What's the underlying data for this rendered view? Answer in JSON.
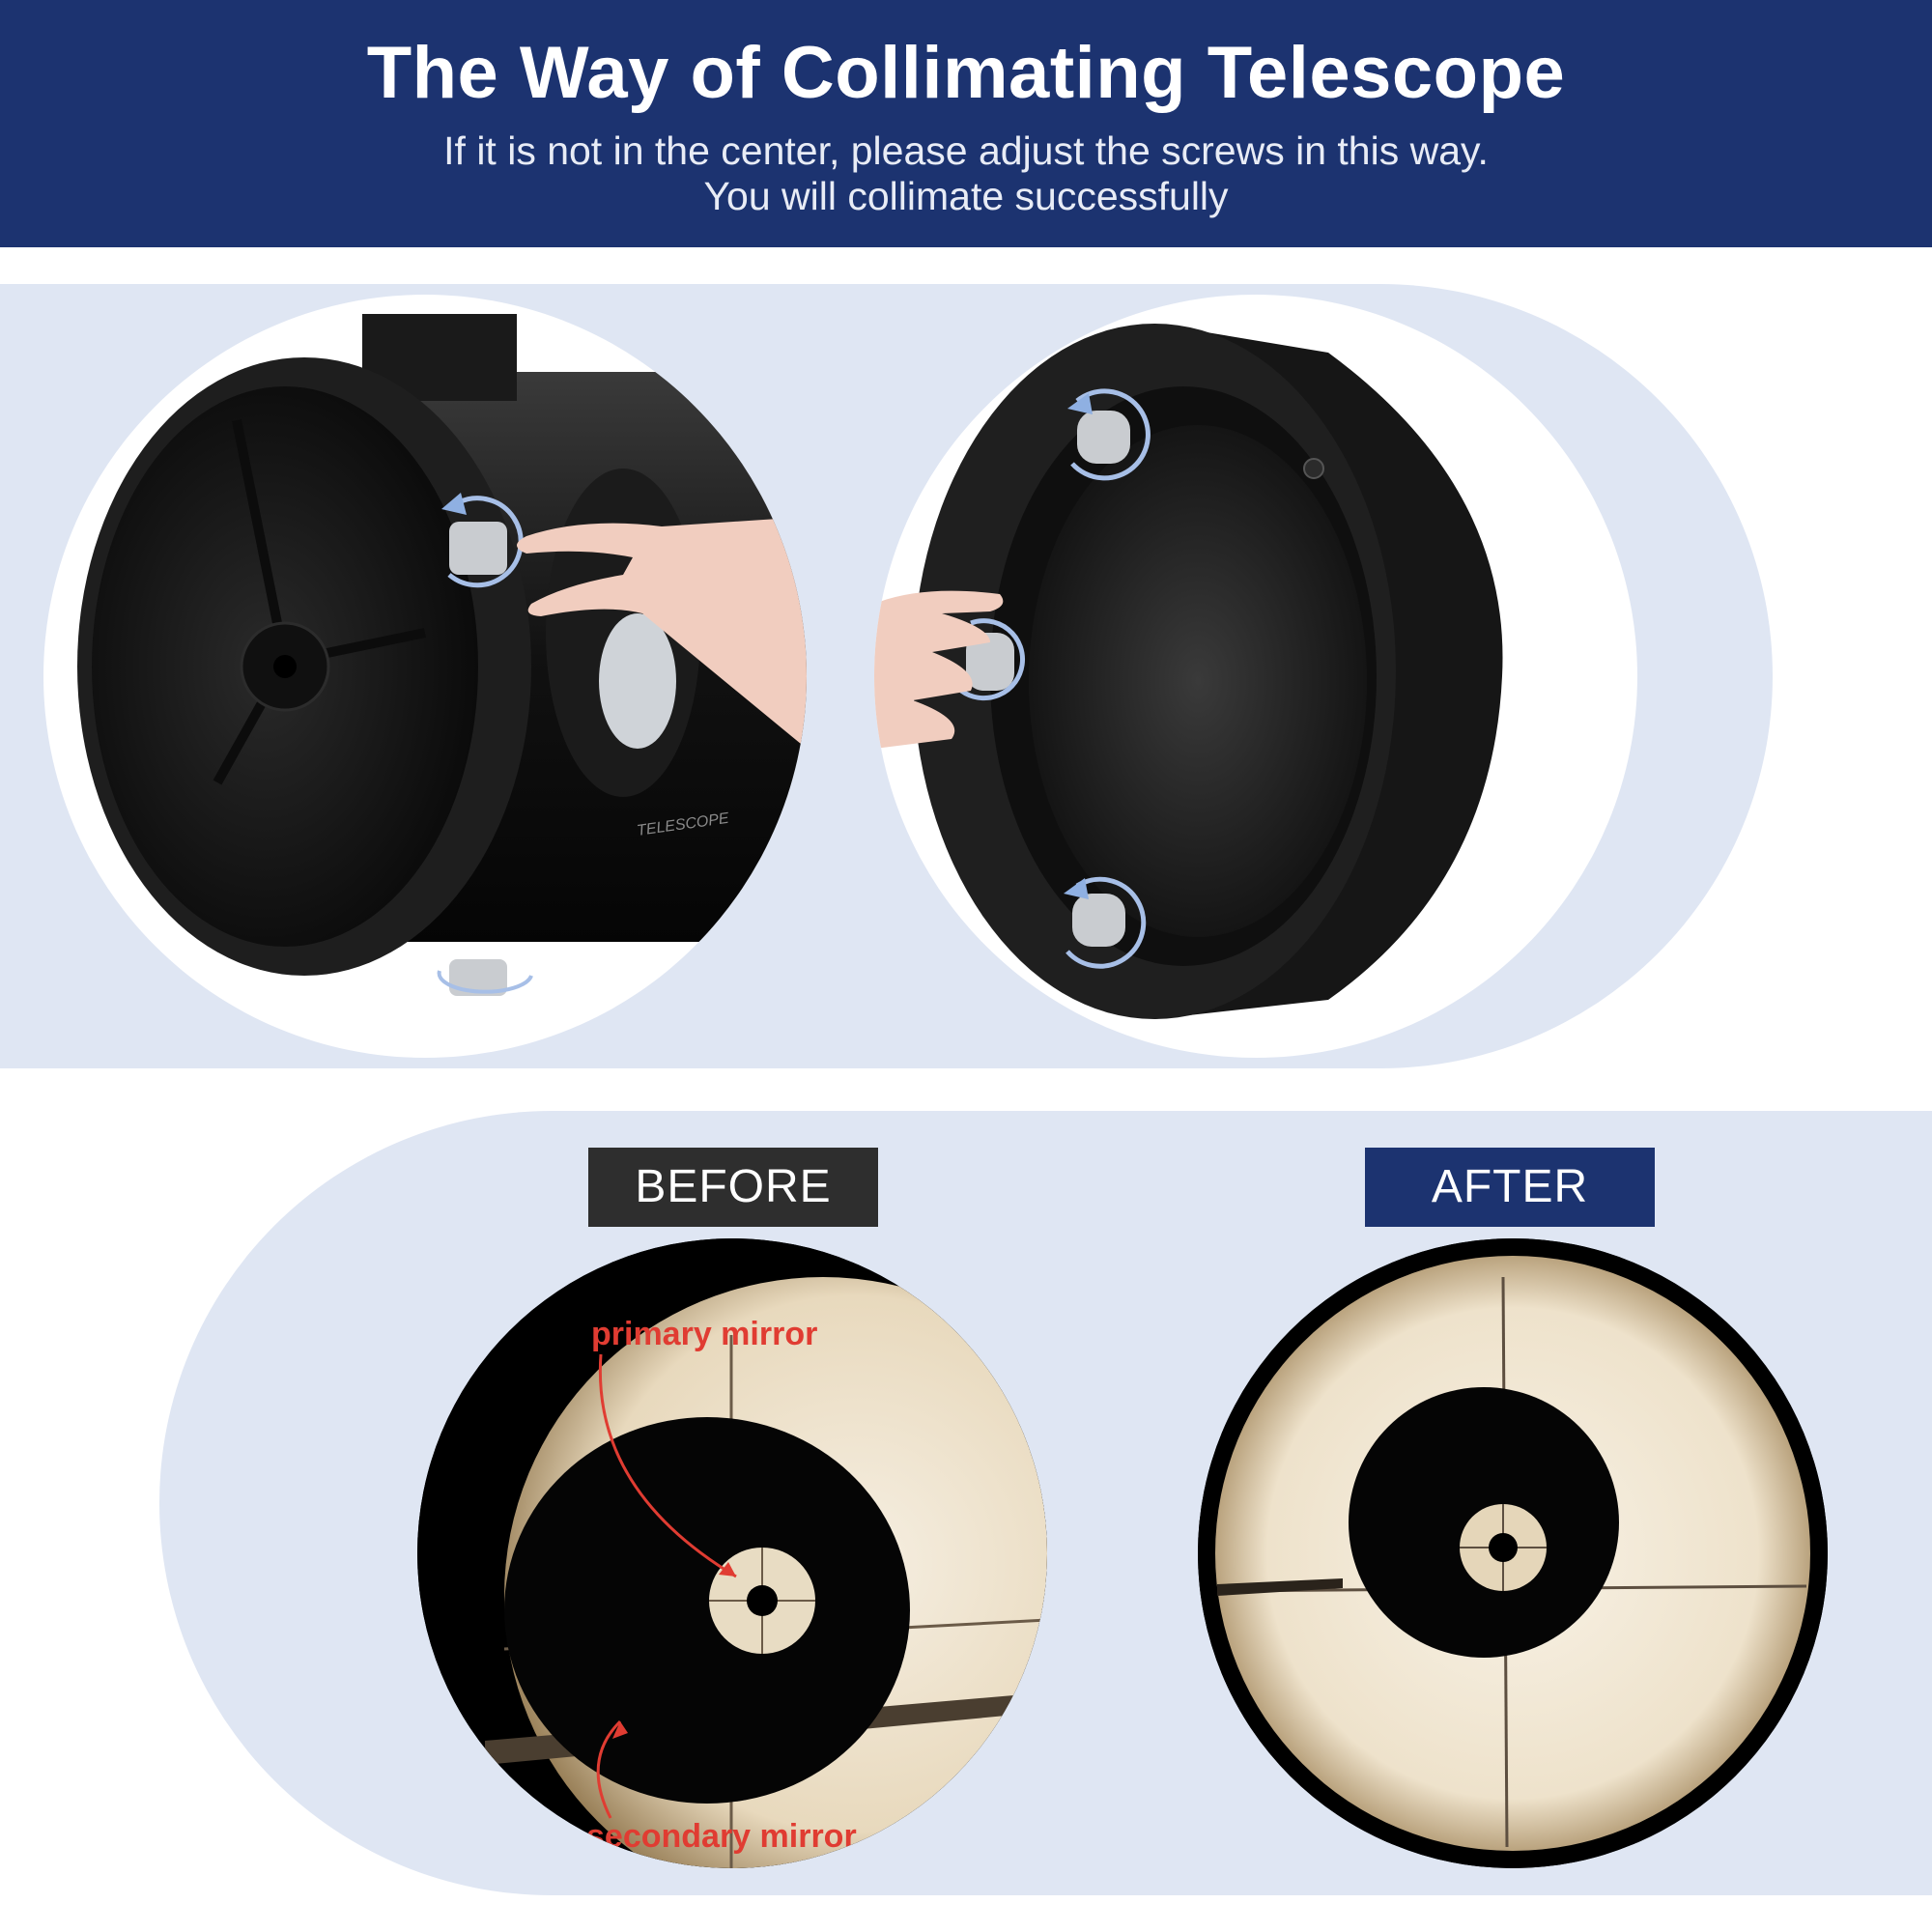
{
  "header": {
    "title": "The Way of Collimating Telescope",
    "subtitle_line1": "If it is not in the center, please adjust the screws in this way.",
    "subtitle_line2": "You will collimate successfully"
  },
  "comparison": {
    "before_label": "BEFORE",
    "after_label": "AFTER",
    "primary_mirror_label": "primary mirror",
    "secondary_mirror_label": "secondary mirror"
  },
  "tube_label": "TELESCOPE",
  "colors": {
    "header_blue": "#1c3370",
    "band_blue": "#dfe6f3",
    "before_box": "#2e2e2e",
    "annotation_red": "#e03c32"
  },
  "icons": [
    "rotate-arrow-icon",
    "thumb-screw-icon"
  ]
}
